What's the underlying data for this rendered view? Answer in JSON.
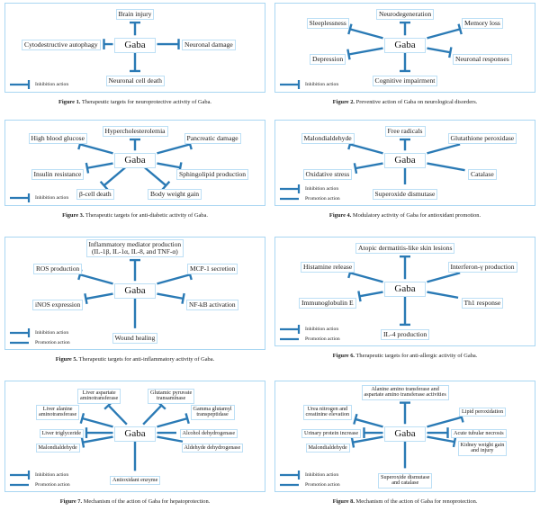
{
  "document": {
    "type": "scientific-figure-sheet",
    "figure_count": 8,
    "colors": {
      "connector": "#2a7ab5",
      "node_border": "#bcdff5",
      "panel_border": "#a9d6f2",
      "background": "#ffffff",
      "text": "#1a1a1a"
    },
    "legend_labels": {
      "inhibition": "Inhibition action",
      "promotion": "Promotion action"
    },
    "center_label": "Gaba"
  },
  "figures": [
    {
      "id": "figure-1",
      "caption_number": "Figure 1.",
      "caption_text": "Therapeutic targets for neuroprotective activity of Gaba.",
      "center": "Gaba",
      "legend": [
        "Inhibition action"
      ],
      "nodes": [
        {
          "label": "Brain injury",
          "pos": "top",
          "relation": "inhibition"
        },
        {
          "label": "Cytodestructive autophagy",
          "pos": "left",
          "relation": "inhibition"
        },
        {
          "label": "Neuronal damage",
          "pos": "right",
          "relation": "inhibition"
        },
        {
          "label": "Neuronal cell death",
          "pos": "bottom",
          "relation": "inhibition"
        }
      ]
    },
    {
      "id": "figure-2",
      "caption_number": "Figure 2.",
      "caption_text": "Preventive action of Gaba on neurological disorders.",
      "center": "Gaba",
      "legend": [
        "Inhibition action"
      ],
      "nodes": [
        {
          "label": "Neurodegeneration",
          "pos": "top",
          "relation": "inhibition"
        },
        {
          "label": "Sleeplessness",
          "pos": "upper-left",
          "relation": "inhibition"
        },
        {
          "label": "Memory loss",
          "pos": "upper-right",
          "relation": "inhibition"
        },
        {
          "label": "Depression",
          "pos": "lower-left",
          "relation": "inhibition"
        },
        {
          "label": "Neuronal responses",
          "pos": "lower-right",
          "relation": "inhibition"
        },
        {
          "label": "Cognitive impairment",
          "pos": "bottom",
          "relation": "inhibition"
        }
      ]
    },
    {
      "id": "figure-3",
      "caption_number": "Figure 3.",
      "caption_text": "Therapeutic targets for anti-diabetic activity of Gaba.",
      "center": "Gaba",
      "legend": [
        "Inhibition action"
      ],
      "nodes": [
        {
          "label": "Hypercholesterolemia",
          "pos": "top",
          "relation": "inhibition"
        },
        {
          "label": "High blood glucose",
          "pos": "upper-left",
          "relation": "inhibition"
        },
        {
          "label": "Pancreatic damage",
          "pos": "upper-right",
          "relation": "inhibition"
        },
        {
          "label": "Insulin resistance",
          "pos": "lower-left",
          "relation": "inhibition"
        },
        {
          "label": "Sphingolipid production",
          "pos": "lower-right",
          "relation": "inhibition"
        },
        {
          "label": "β-cell death",
          "pos": "bottom-left",
          "relation": "inhibition"
        },
        {
          "label": "Body weight gain",
          "pos": "bottom-right",
          "relation": "inhibition"
        }
      ]
    },
    {
      "id": "figure-4",
      "caption_number": "Figure 4.",
      "caption_text": "Modulatory activity of Gaba for antioxidant promotion.",
      "center": "Gaba",
      "legend": [
        "Inhibition action",
        "Promotion action"
      ],
      "nodes": [
        {
          "label": "Free radicals",
          "pos": "top",
          "relation": "inhibition"
        },
        {
          "label": "Malondialdehyde",
          "pos": "upper-left",
          "relation": "inhibition"
        },
        {
          "label": "Glutathione peroxidase",
          "pos": "upper-right",
          "relation": "promotion"
        },
        {
          "label": "Oxidative stress",
          "pos": "lower-left",
          "relation": "inhibition"
        },
        {
          "label": "Catalase",
          "pos": "lower-right",
          "relation": "promotion"
        },
        {
          "label": "Superoxide dismutase",
          "pos": "bottom",
          "relation": "promotion"
        }
      ]
    },
    {
      "id": "figure-5",
      "caption_number": "Figure 5.",
      "caption_text": "Therapeutic targets for anti-inflammatory activity of Gaba.",
      "center": "Gaba",
      "legend": [
        "Inhibition action",
        "Promotion action"
      ],
      "nodes": [
        {
          "label": "Inflammatory mediator production\n(IL-1β, IL-1α, IL-8, and TNF-α)",
          "pos": "top",
          "relation": "inhibition"
        },
        {
          "label": "ROS production",
          "pos": "upper-left",
          "relation": "inhibition"
        },
        {
          "label": "MCP-1 secretion",
          "pos": "upper-right",
          "relation": "inhibition"
        },
        {
          "label": "iNOS expression",
          "pos": "lower-left",
          "relation": "inhibition"
        },
        {
          "label": "NF-kB activation",
          "pos": "lower-right",
          "relation": "inhibition"
        },
        {
          "label": "Wound healing",
          "pos": "bottom",
          "relation": "promotion"
        }
      ]
    },
    {
      "id": "figure-6",
      "caption_number": "Figure 6.",
      "caption_text": "Therapeutic targets for anti-allergic activity of Gaba.",
      "center": "Gaba",
      "legend": [
        "Inhibition action",
        "Promotion action"
      ],
      "nodes": [
        {
          "label": "Atopic dermatitis-like skin lesions",
          "pos": "top",
          "relation": "inhibition"
        },
        {
          "label": "Histamine release",
          "pos": "upper-left",
          "relation": "inhibition"
        },
        {
          "label": "Interferon-γ production",
          "pos": "upper-right",
          "relation": "promotion"
        },
        {
          "label": "Immunoglobulin E",
          "pos": "lower-left",
          "relation": "inhibition"
        },
        {
          "label": "Th1 response",
          "pos": "lower-right",
          "relation": "promotion"
        },
        {
          "label": "IL-4 production",
          "pos": "bottom",
          "relation": "inhibition"
        }
      ]
    },
    {
      "id": "figure-7",
      "caption_number": "Figure 7.",
      "caption_text": "Mechanism of the action of Gaba for hepatoprotection.",
      "center": "Gaba",
      "legend": [
        "Inhibition action",
        "Promotion action"
      ],
      "nodes": [
        {
          "label": "Liver aspartate\naminotransferase",
          "pos": "top-left",
          "relation": "inhibition"
        },
        {
          "label": "Glutamic pyruvate\ntransaminase",
          "pos": "top-right",
          "relation": "inhibition"
        },
        {
          "label": "Liver alanine\naminotransferase",
          "pos": "upper-left",
          "relation": "inhibition"
        },
        {
          "label": "Gamma glutamyl\ntranspeptidase",
          "pos": "upper-right",
          "relation": "inhibition"
        },
        {
          "label": "Liver triglyceride",
          "pos": "left",
          "relation": "inhibition"
        },
        {
          "label": "Alcohol dehydrogenase",
          "pos": "right",
          "relation": "promotion"
        },
        {
          "label": "Malondialdehyde",
          "pos": "lower-left",
          "relation": "inhibition"
        },
        {
          "label": "Aldehyde dehydrogenase",
          "pos": "lower-right",
          "relation": "promotion"
        },
        {
          "label": "Antioxidant enzyme",
          "pos": "bottom",
          "relation": "promotion"
        }
      ]
    },
    {
      "id": "figure-8",
      "caption_number": "Figure 8.",
      "caption_text": "Mechanism of the action of Gaba for renoprotection.",
      "center": "Gaba",
      "legend": [
        "Inhibition action",
        "Promotion action"
      ],
      "nodes": [
        {
          "label": "Alanine amino transferase and\naspartate amino transferase activities",
          "pos": "top",
          "relation": "inhibition"
        },
        {
          "label": "Urea nitrogen and\ncreatinine elevation",
          "pos": "upper-left",
          "relation": "inhibition"
        },
        {
          "label": "Lipid peroxidation",
          "pos": "upper-right",
          "relation": "inhibition"
        },
        {
          "label": "Urinary protein increase",
          "pos": "left",
          "relation": "inhibition"
        },
        {
          "label": "Acute tubular necrosis",
          "pos": "right",
          "relation": "inhibition"
        },
        {
          "label": "Malondialdehyde",
          "pos": "lower-left",
          "relation": "inhibition"
        },
        {
          "label": "Kidney weight gain\nand injury",
          "pos": "lower-right",
          "relation": "inhibition"
        },
        {
          "label": "Superoxide dismutase\nand catalase",
          "pos": "bottom",
          "relation": "promotion"
        }
      ]
    }
  ]
}
